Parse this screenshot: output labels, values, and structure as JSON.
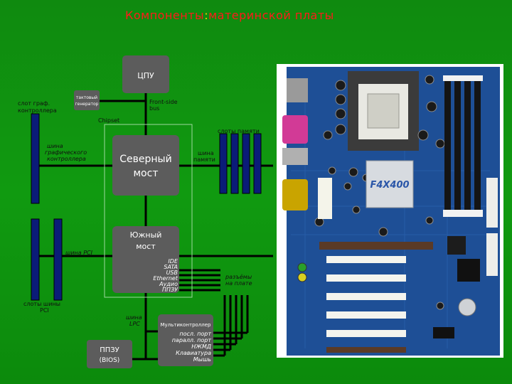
{
  "title": {
    "part1": "Компоненты",
    "separator": ":",
    "part2": "материнской платы"
  },
  "diagram": {
    "cpu": "ЦПУ",
    "clock_line1": "тактовый",
    "clock_line2": "генератор",
    "fsb_line1": "Front-side",
    "fsb_line2": "bus",
    "chipset": "Chipset",
    "north_line1": "Северный",
    "north_line2": "мост",
    "south_line1": "Южный",
    "south_line2": "мост",
    "graphics_slot_line1": "слот граф.",
    "graphics_slot_line2": "контроллера",
    "graphics_bus_line1": "шина",
    "graphics_bus_line2": "графического",
    "graphics_bus_line3": "контроллера",
    "memory_bus_line1": "шина",
    "memory_bus_line2": "памяти",
    "memory_slots": "слоты памяти",
    "pci_bus": "шина PCI",
    "pci_slots_line1": "слоты шины",
    "pci_slots_line2": "PCI",
    "south_ports": [
      "IDE",
      "SATA",
      "USB",
      "Ethernet",
      "Аудио",
      "ППЗУ"
    ],
    "connectors_line1": "разъёмы",
    "connectors_line2": "на плате",
    "lpc_line1": "шина",
    "lpc_line2": "LPC",
    "rom_line1": "ППЗУ",
    "rom_line2": "(BIOS)",
    "superio_title": "Мультиконтроллер",
    "superio_ports": [
      "посл. порт",
      "паралл. порт",
      "НЖМД",
      "Клавиатура",
      "Мышь"
    ]
  },
  "board": {
    "chip_label": "F4X400"
  },
  "colors": {
    "background": "#109a10",
    "title": "#ff1a1a",
    "box": "#5c5c5c",
    "slot": "#0a1c78",
    "line": "#000000"
  }
}
